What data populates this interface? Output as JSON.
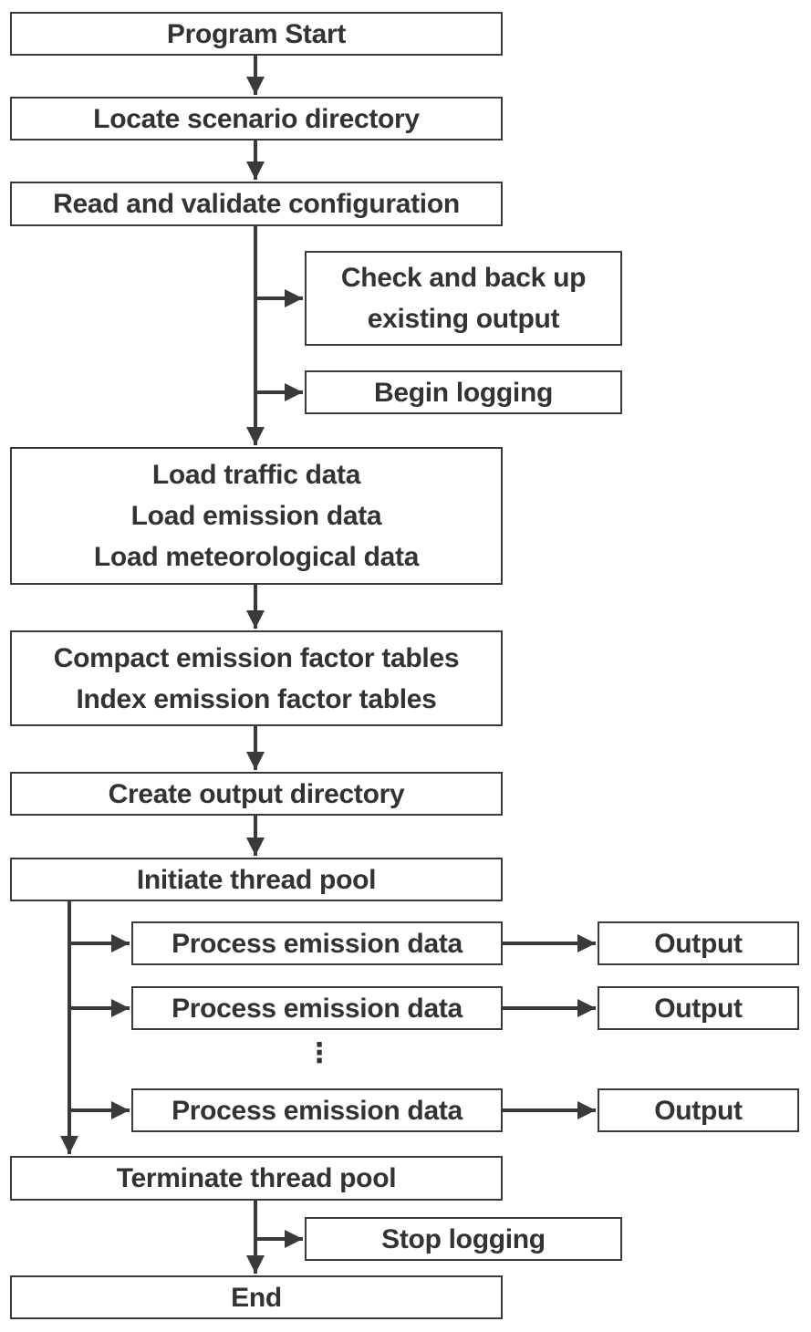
{
  "diagram": {
    "colors": {
      "stroke": "#3a3a3a",
      "text": "#333333",
      "background": "#ffffff"
    },
    "nodes": {
      "program_start": "Program Start",
      "locate_scenario": "Locate scenario directory",
      "read_validate": "Read and validate configuration",
      "check_backup": [
        "Check and back up",
        "existing output"
      ],
      "begin_logging": "Begin logging",
      "load_data": [
        "Load traffic data",
        "Load emission data",
        "Load meteorological data"
      ],
      "compact_index": [
        "Compact emission factor tables",
        "Index emission factor tables"
      ],
      "create_output_dir": "Create output directory",
      "initiate_pool": "Initiate thread pool",
      "process_1": "Process emission data",
      "process_2": "Process emission data",
      "process_n": "Process emission data",
      "output_1": "Output",
      "output_2": "Output",
      "output_n": "Output",
      "ellipsis": "⋮",
      "terminate_pool": "Terminate thread pool",
      "stop_logging": "Stop logging",
      "end": "End"
    }
  }
}
